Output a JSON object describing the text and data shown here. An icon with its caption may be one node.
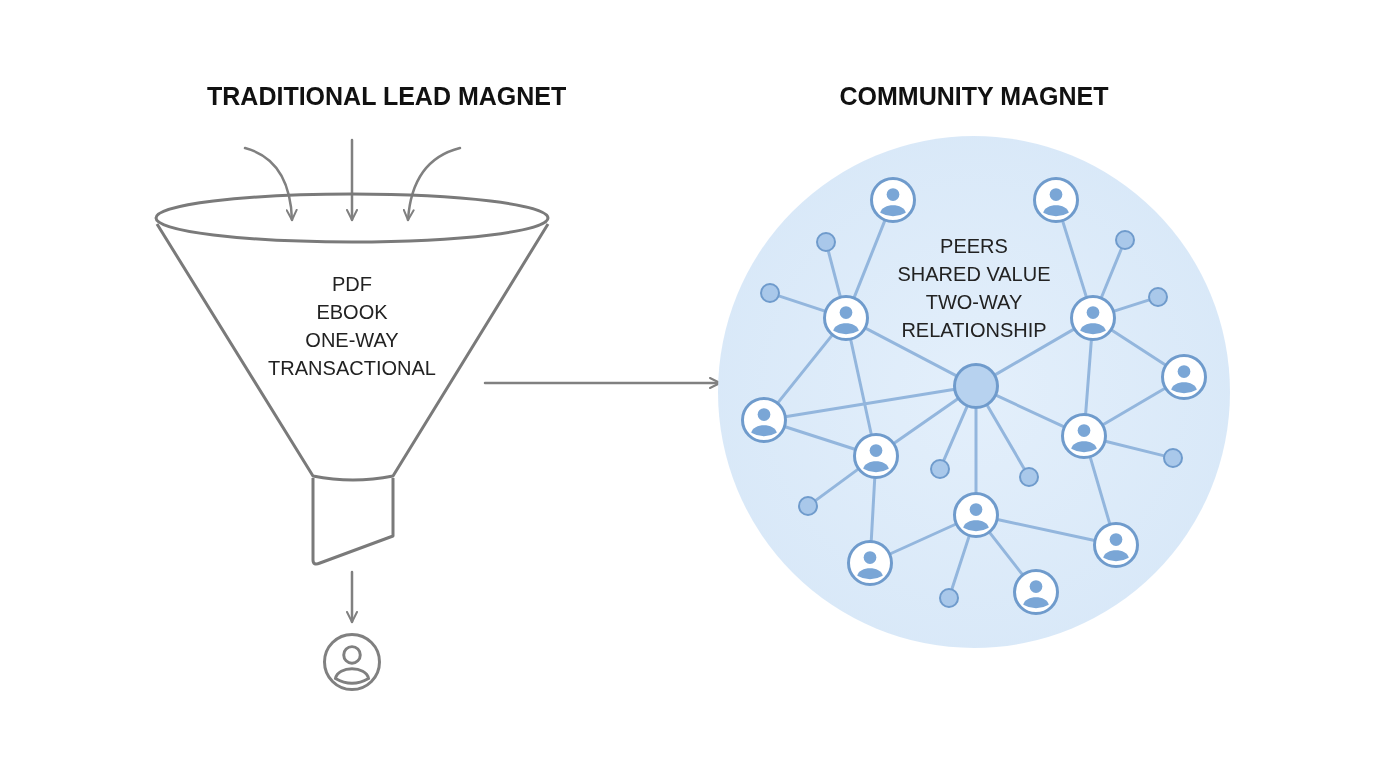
{
  "diagram": {
    "nodes": [
      {
        "text": [
          "TRADITIONAL LEAD MAGNET",
          "PDF",
          "EBOOK",
          "ONE-WAY",
          "TRANSACTIONAL"
        ]
      },
      {
        "text": [],
        "shape": "person"
      },
      {
        "text": [
          "COMMUNITY MAGNET",
          "PEERS",
          "SHARED VALUE",
          "TWO-WAY RELATIONSHIP"
        ]
      },
      {
        "text": [],
        "shape": "person",
        "in": 2
      },
      {
        "text": [],
        "shape": "person",
        "in": 2
      },
      {
        "text": [],
        "shape": "circle",
        "in": 2
      },
      {
        "text": [],
        "shape": "circle",
        "in": 2
      },
      {
        "text": [],
        "shape": "circle",
        "in": 2
      },
      {
        "text": [],
        "shape": "circle",
        "in": 2
      },
      {
        "text": [],
        "shape": "person",
        "in": 2
      },
      {
        "text": [],
        "shape": "person",
        "in": 2
      },
      {
        "text": [],
        "shape": "person",
        "in": 2
      },
      {
        "text": [],
        "shape": "circle",
        "in": 2
      },
      {
        "text": [],
        "shape": "person",
        "in": 2
      },
      {
        "text": [],
        "shape": "person",
        "in": 2
      },
      {
        "text": [],
        "shape": "person",
        "in": 2
      },
      {
        "text": [],
        "shape": "circle",
        "in": 2
      },
      {
        "text": [],
        "shape": "circle",
        "in": 2
      },
      {
        "text": [],
        "shape": "circle",
        "in": 2
      },
      {
        "text": [],
        "shape": "circle",
        "in": 2
      },
      {
        "text": [],
        "shape": "person",
        "in": 2
      },
      {
        "text": [],
        "shape": "person",
        "in": 2
      },
      {
        "text": [],
        "shape": "person",
        "in": 2
      },
      {
        "text": [],
        "shape": "person",
        "in": 2
      },
      {
        "text": [],
        "shape": "circle",
        "in": 2
      }
    ],
    "edges": [
      {
        "from": null,
        "to": 0,
        "arrow": "to",
        "color": "#808080"
      },
      {
        "from": null,
        "to": 0,
        "arrow": "to",
        "color": "#808080"
      },
      {
        "from": null,
        "to": 0,
        "arrow": "to",
        "color": "#808080"
      },
      {
        "from": 0,
        "to": 1,
        "arrow": "to",
        "color": "#808080"
      },
      {
        "from": 0,
        "to": 2,
        "arrow": "to",
        "color": "#808080"
      },
      {
        "from": 3,
        "to": 9,
        "arrow": "none"
      },
      {
        "from": 6,
        "to": 9,
        "arrow": "none"
      },
      {
        "from": 7,
        "to": 9,
        "arrow": "none"
      },
      {
        "from": 9,
        "to": 12,
        "arrow": "none"
      },
      {
        "from": 9,
        "to": 13,
        "arrow": "none"
      },
      {
        "from": 9,
        "to": 15,
        "arrow": "none"
      },
      {
        "from": 4,
        "to": 10,
        "arrow": "none"
      },
      {
        "from": 5,
        "to": 10,
        "arrow": "none"
      },
      {
        "from": 8,
        "to": 10,
        "arrow": "none"
      },
      {
        "from": 10,
        "to": 12,
        "arrow": "none"
      },
      {
        "from": 10,
        "to": 14,
        "arrow": "none"
      },
      {
        "from": 10,
        "to": 11,
        "arrow": "none"
      },
      {
        "from": 13,
        "to": 12,
        "arrow": "none"
      },
      {
        "from": 13,
        "to": 15,
        "arrow": "none"
      },
      {
        "from": 15,
        "to": 12,
        "arrow": "none"
      },
      {
        "from": 15,
        "to": 19,
        "arrow": "none"
      },
      {
        "from": 15,
        "to": 22,
        "arrow": "none"
      },
      {
        "from": 22,
        "to": 20,
        "arrow": "none"
      },
      {
        "from": 12,
        "to": 17,
        "arrow": "none"
      },
      {
        "from": 12,
        "to": 20,
        "arrow": "none"
      },
      {
        "from": 20,
        "to": 24,
        "arrow": "none"
      },
      {
        "from": 12,
        "to": 14,
        "arrow": "none"
      },
      {
        "from": 12,
        "to": 18,
        "arrow": "none"
      },
      {
        "from": 14,
        "to": 16,
        "arrow": "none"
      },
      {
        "from": 14,
        "to": 21,
        "arrow": "none"
      },
      {
        "from": 14,
        "to": 11,
        "arrow": "none"
      },
      {
        "from": 20,
        "to": 21,
        "arrow": "none"
      },
      {
        "from": 20,
        "to": 23,
        "arrow": "none"
      }
    ]
  }
}
